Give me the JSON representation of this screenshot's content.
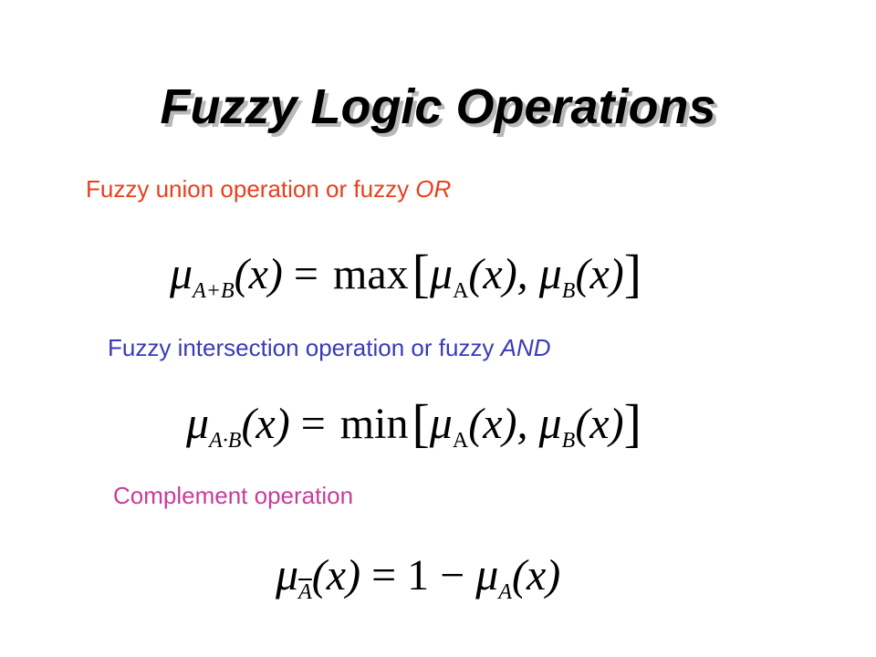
{
  "slide": {
    "title": "Fuzzy Logic Operations",
    "sections": {
      "union": {
        "heading_text": "Fuzzy union operation or fuzzy ",
        "heading_emph": "OR",
        "color": "#e8401c",
        "formula": {
          "mu": "μ",
          "subscript": "A+B",
          "lhs_arg": "(x)",
          "equals": " = ",
          "function": "max",
          "open_bracket": "[",
          "term1_mu": "μ",
          "term1_sub": "A",
          "term1_arg": "(x), ",
          "term2_mu": "μ",
          "term2_sub": "B",
          "term2_arg": "(x)",
          "close_bracket": "]"
        }
      },
      "intersection": {
        "heading_text": "Fuzzy intersection operation or fuzzy ",
        "heading_emph": "AND",
        "color": "#3a3ab8",
        "formula": {
          "mu": "μ",
          "subscript": "A·B",
          "lhs_arg": "(x)",
          "equals": " = ",
          "function": "min",
          "open_bracket": "[",
          "term1_mu": "μ",
          "term1_sub": "A",
          "term1_arg": "(x), ",
          "term2_mu": "μ",
          "term2_sub": "B",
          "term2_arg": "(x)",
          "close_bracket": "]"
        }
      },
      "complement": {
        "heading_text": "Complement operation",
        "color": "#c83c9c",
        "formula": {
          "mu": "μ",
          "subscript": "A",
          "lhs_arg": "(x)",
          "equals": " = ",
          "one_minus": "1 − ",
          "term_mu": "μ",
          "term_sub": "A",
          "term_arg": "(x)"
        }
      }
    }
  }
}
